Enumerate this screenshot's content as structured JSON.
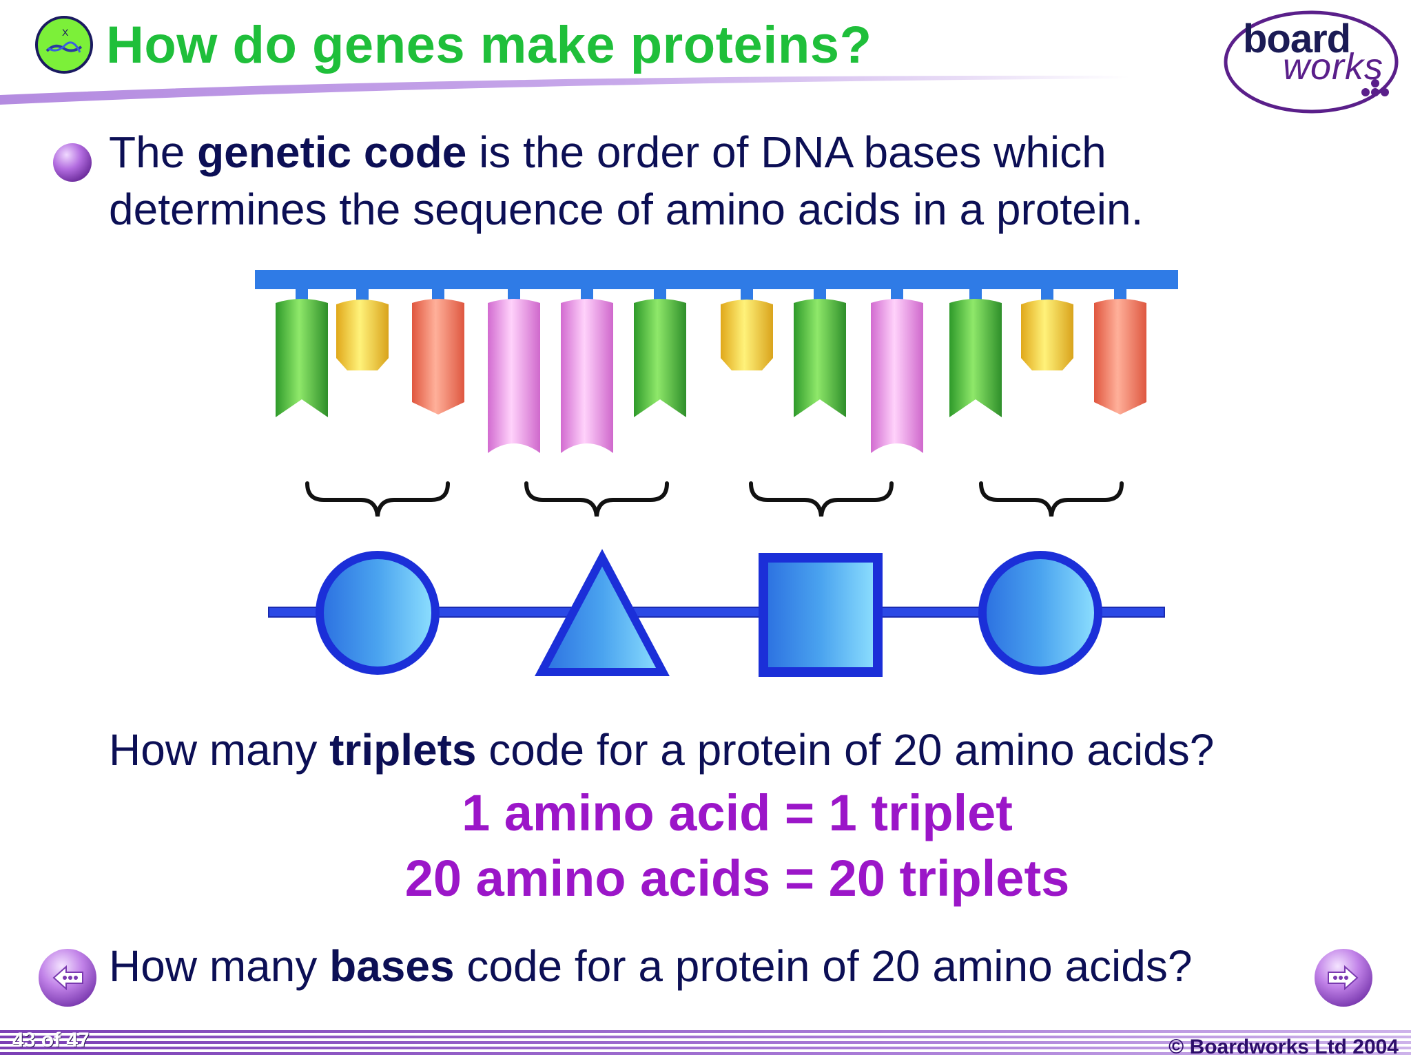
{
  "slide": {
    "title": "How do genes make proteins?",
    "logo": {
      "board": "board",
      "works": "works"
    },
    "bullet": {
      "pre": "The ",
      "bold": "genetic code",
      "line1_post": " is the order of DNA bases which",
      "line2": "determines the sequence of amino acids in a protein."
    },
    "question1": {
      "pre": "How many ",
      "bold": "triplets",
      "post": " code for a protein of 20 amino acids?"
    },
    "answer_line1": "1 amino acid = 1 triplet",
    "answer_line2": "20 amino acids = 20 triplets",
    "question2": {
      "pre": "How many ",
      "bold": "bases",
      "post": " code for a protein of 20 amino acids?"
    }
  },
  "diagram": {
    "bases": [
      "green",
      "yellow",
      "red",
      "pink",
      "pink",
      "green",
      "yellow",
      "green",
      "pink",
      "green",
      "yellow",
      "red"
    ],
    "triplet_count": 4,
    "amino_acid_shapes": [
      "circle",
      "triangle",
      "square",
      "circle"
    ]
  },
  "colors": {
    "green_base": "#3fbf3a",
    "yellow_base": "#f3c93a",
    "red_base": "#f0705a",
    "pink_base": "#e78ee0",
    "backbone": "#2f7be6",
    "amino_fill": "#4aa3ef",
    "title": "#1fbf3a",
    "answer": "#9b16c8",
    "text": "#0c0f55"
  },
  "footer": {
    "page": "43 of 47",
    "copyright": "© Boardworks Ltd 2004"
  },
  "nav": {
    "prev_icon": "arrow-left-icon",
    "next_icon": "arrow-right-icon"
  }
}
